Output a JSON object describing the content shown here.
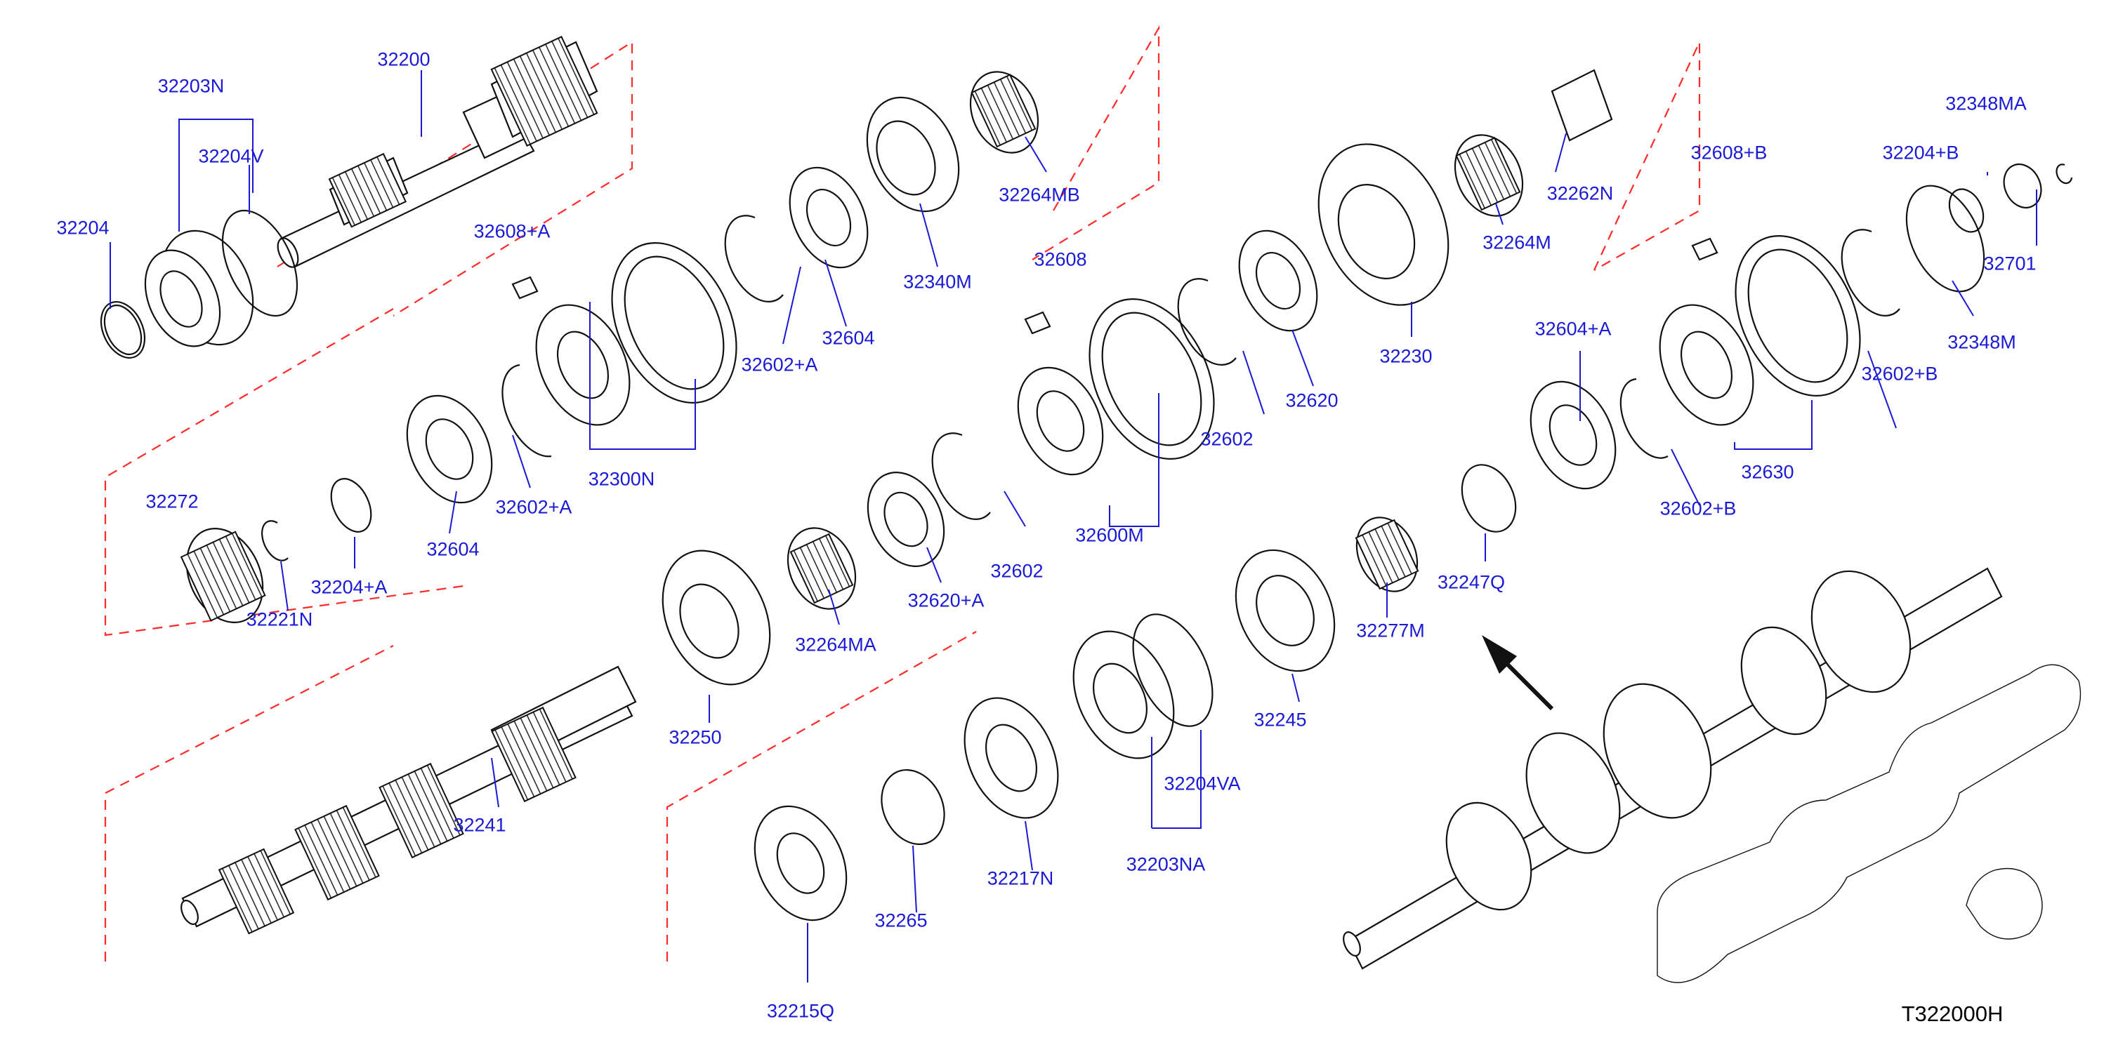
{
  "diagram": {
    "reference_code": "T322000H",
    "colors": {
      "label": "#1a1ad6",
      "dashed_outline": "#ff2a2a",
      "ink": "#111111"
    },
    "parts": [
      "32200",
      "32203N",
      "32204V",
      "32204",
      "32608+A",
      "32602+A",
      "32604",
      "32340M",
      "32264MB",
      "32608",
      "32262N",
      "32264M",
      "32608+B",
      "32348MA",
      "32204+B",
      "32701",
      "32348M",
      "32602+B",
      "32230",
      "32620",
      "32602",
      "32300N",
      "32602+A",
      "32272",
      "32221N",
      "32204+A",
      "32604",
      "32600M",
      "32604+A",
      "32630",
      "32602+B",
      "32247Q",
      "32277M",
      "32264MA",
      "32620+A",
      "32602",
      "32250",
      "32245",
      "32241",
      "32204VA",
      "32203NA",
      "32217N",
      "32265",
      "32215Q"
    ]
  }
}
